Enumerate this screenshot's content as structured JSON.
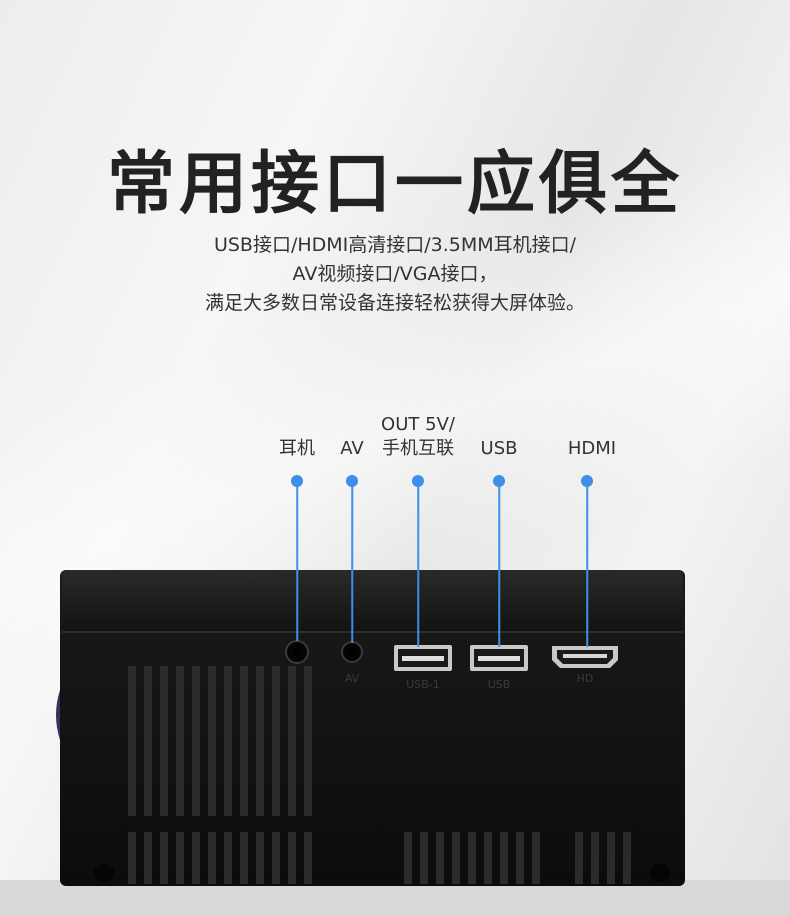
{
  "headline": "常用接口一应俱全",
  "description": {
    "line1": "USB接口/HDMI高清接口/3.5MM耳机接口/",
    "line2": "AV视频接口/VGA接口，",
    "line3": "满足大多数日常设备连接轻松获得大屏体验。"
  },
  "ports": {
    "headphone": "耳机",
    "av": "AV",
    "out_line1": "OUT 5V/",
    "out_line2": "手机互联",
    "usb": "USB",
    "hdmi": "HDMI"
  },
  "device": {
    "panel_av": "AV",
    "panel_usb1": "USB-1",
    "panel_usb2": "USB",
    "panel_hd": "HD"
  },
  "colors": {
    "accent": "#3d8fe8",
    "headline": "#222222",
    "device_body": "#111111"
  }
}
